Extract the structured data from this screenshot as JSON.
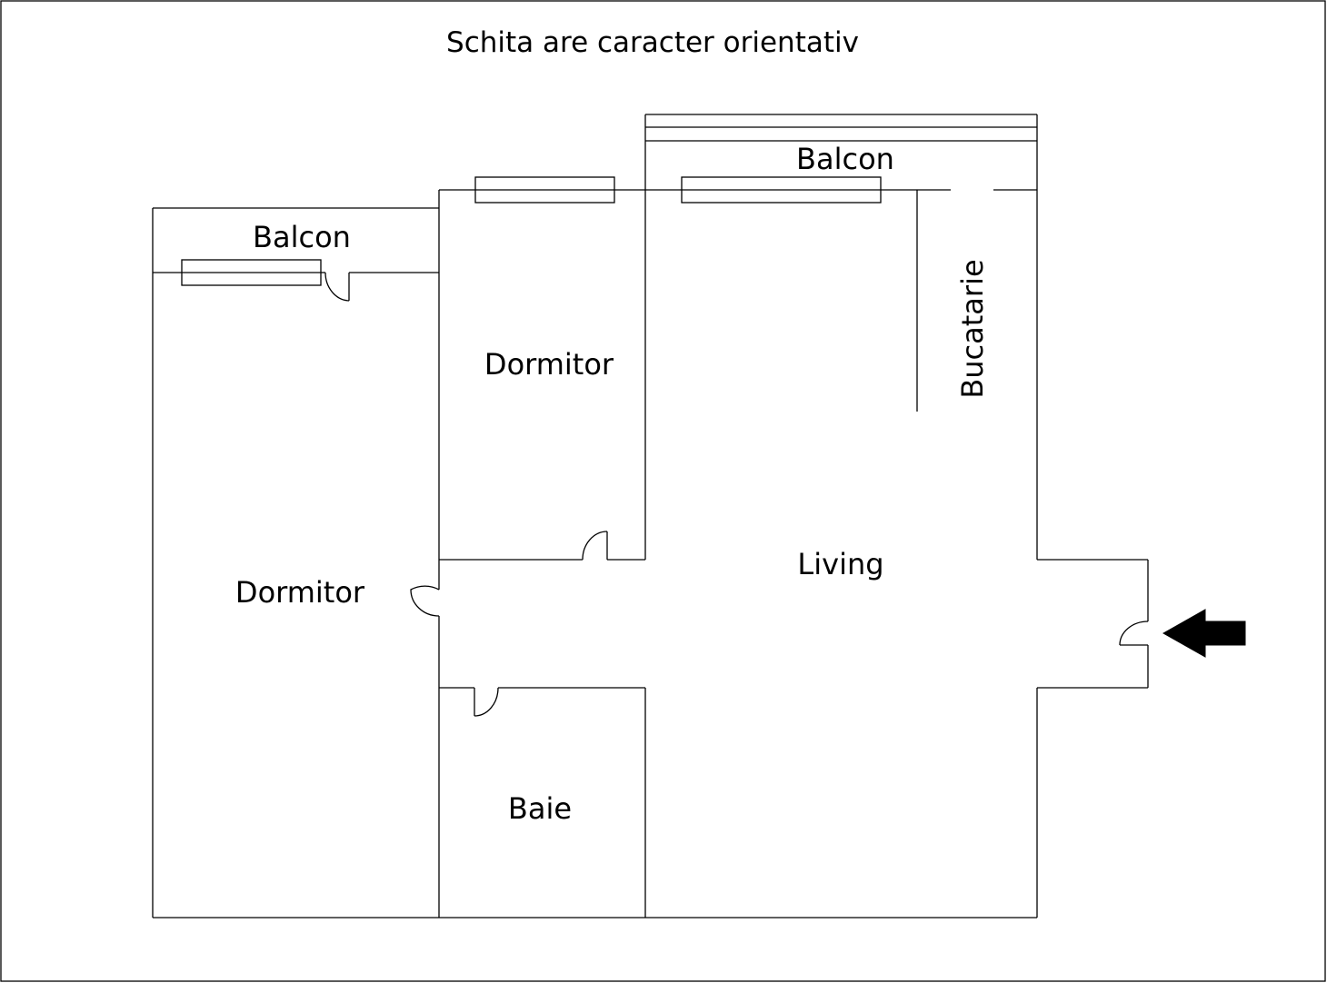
{
  "title": "Schita are caracter orientativ",
  "rooms": {
    "balcony_left": "Balcon",
    "balcony_top": "Balcon",
    "bedroom_small": "Dormitor",
    "bedroom_large": "Dormitor",
    "kitchen": "Bucatarie",
    "living": "Living",
    "bathroom": "Baie"
  },
  "icons": {
    "entrance": "arrow-left-icon"
  },
  "colors": {
    "line": "#000000",
    "background": "#ffffff"
  }
}
